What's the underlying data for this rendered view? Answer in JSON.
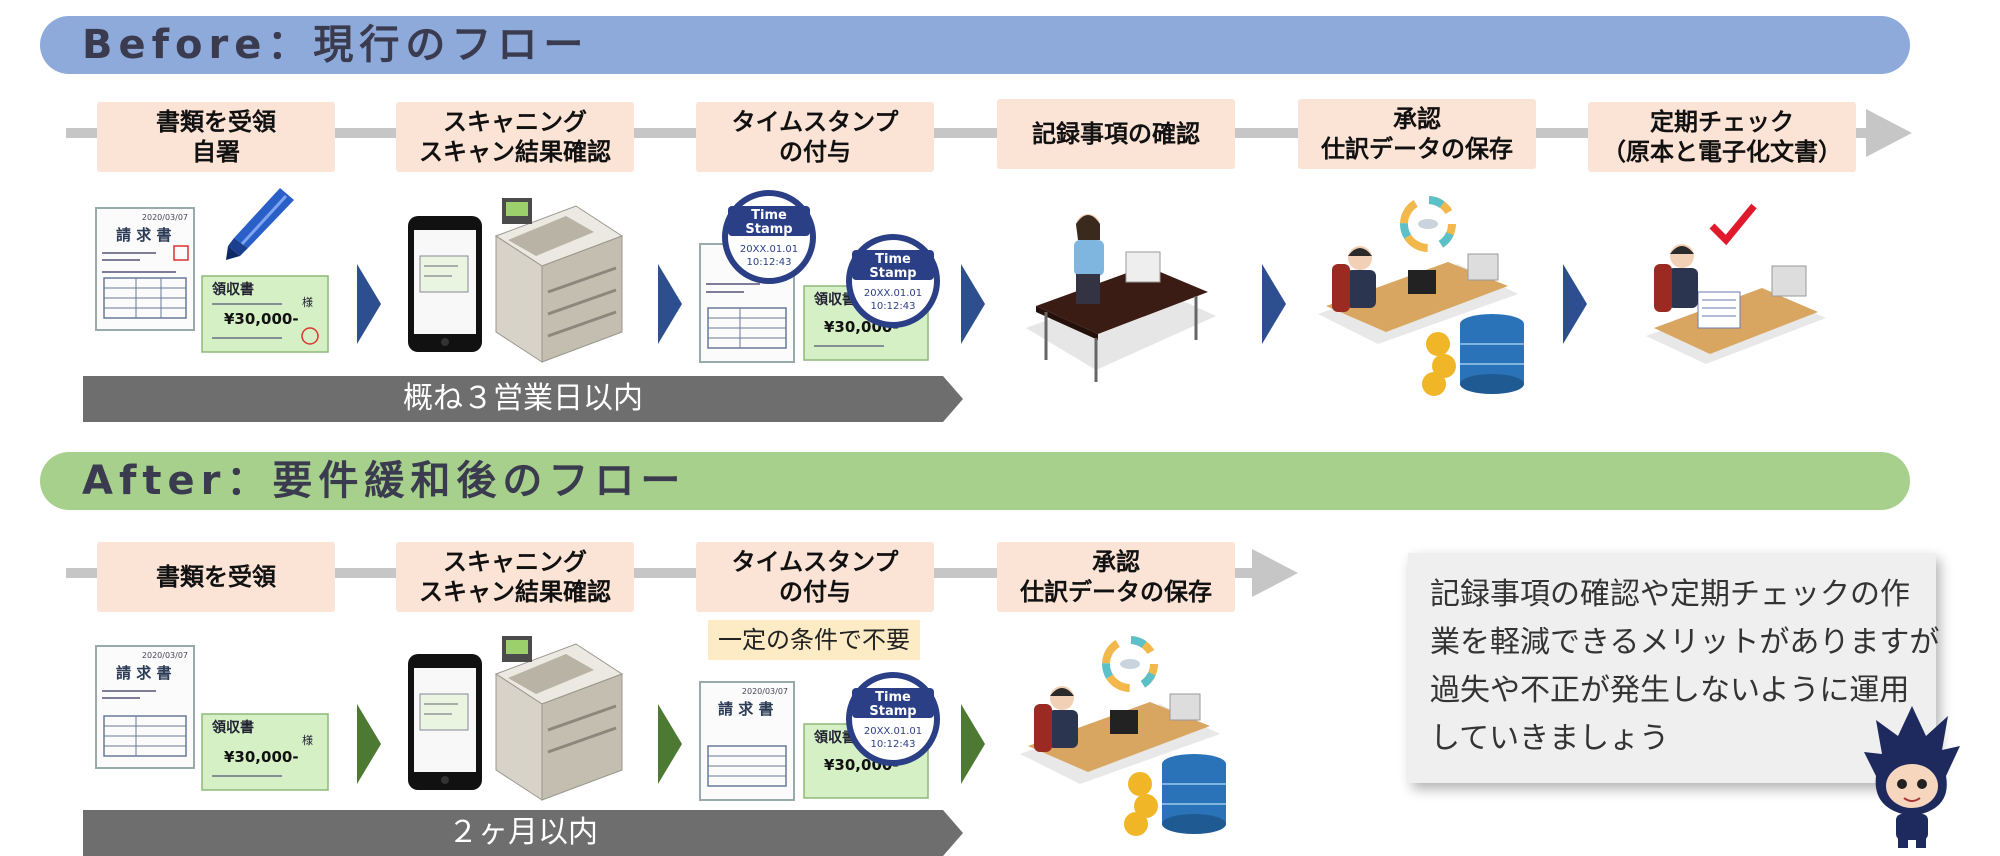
{
  "before": {
    "title": "Before：現行のフロー",
    "steps": [
      {
        "line1": "書類を受領",
        "line2": "自署"
      },
      {
        "line1": "スキャニング",
        "line2": "スキャン結果確認"
      },
      {
        "line1": "タイムスタンプ",
        "line2": "の付与"
      },
      {
        "line1": "記録事項の確認",
        "line2": ""
      },
      {
        "line1": "承認",
        "line2": "仕訳データの保存"
      },
      {
        "line1": "定期チェック",
        "line2": "（原本と電子化文書）"
      }
    ],
    "duration": "概ね３営業日以内"
  },
  "after": {
    "title": "After：要件緩和後のフロー",
    "steps": [
      {
        "line1": "書類を受領",
        "line2": ""
      },
      {
        "line1": "スキャニング",
        "line2": "スキャン結果確認"
      },
      {
        "line1": "タイムスタンプ",
        "line2": "の付与"
      },
      {
        "line1": "承認",
        "line2": "仕訳データの保存"
      }
    ],
    "note": "一定の条件で不要",
    "duration": "２ヶ月以内"
  },
  "callout": {
    "lines": [
      "記録事項の確認や定期チェックの作",
      "業を軽減できるメリットがありますが",
      "過失や不正が発生しないように運用",
      "していきましょう"
    ]
  },
  "docs": {
    "invoice_title": "請 求 書",
    "date": "2020/03/07",
    "receipt_title": "領収書",
    "receipt_amount": "¥30,000-",
    "receipt_honorific": "様",
    "stamp_top": "Time",
    "stamp_mid": "Stamp",
    "stamp_date": "20XX.01.01",
    "stamp_time": "10:12:43"
  },
  "colors": {
    "before_banner": "#8eaadb",
    "after_banner": "#a8d08d",
    "step_fill": "#fbe3d6",
    "track": "#c6c6c6",
    "before_chevron": "#2e4f8f",
    "after_chevron": "#4c7a32",
    "duration_bar": "#6e6e6e",
    "note_fill": "#fcebc5",
    "callout_fill": "#efefef"
  }
}
